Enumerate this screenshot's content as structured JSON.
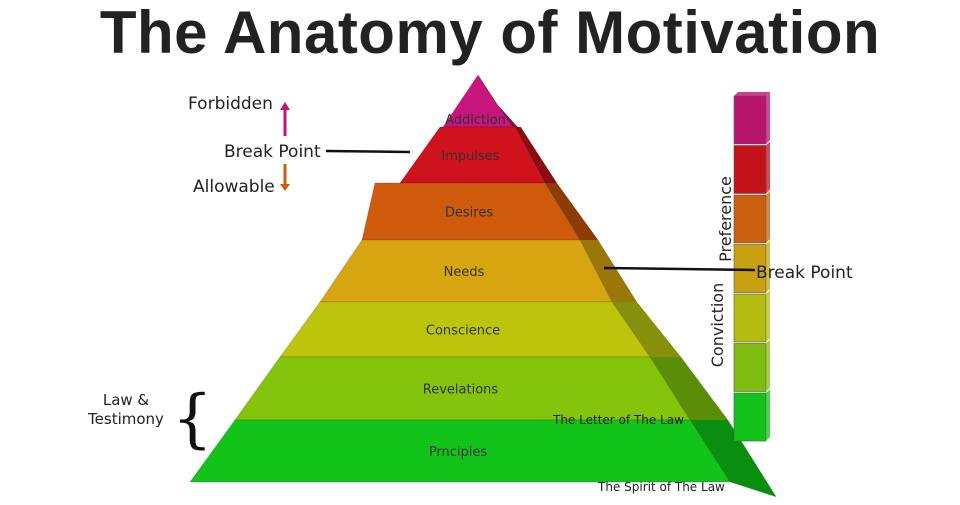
{
  "title": "The Anatomy of Motivation",
  "layers": [
    {
      "label": "Addiction",
      "color": "#c8157e",
      "side": "#8a0a55"
    },
    {
      "label": "Impulses",
      "color": "#d0121c",
      "side": "#8c0a10"
    },
    {
      "label": "Desires",
      "color": "#cf5a0c",
      "side": "#8e3c06"
    },
    {
      "label": "Needs",
      "color": "#d6a510",
      "side": "#9a7708"
    },
    {
      "label": "Conscience",
      "color": "#bcc40c",
      "side": "#86900a"
    },
    {
      "label": "Revelations",
      "color": "#84c40c",
      "side": "#5a8e08"
    },
    {
      "label": "Prnciples",
      "color": "#12c41a",
      "side": "#0a8e10"
    }
  ],
  "annotations": {
    "forbidden": "Forbidden",
    "break_point_left": "Break Point",
    "allowable": "Allowable",
    "law_testimony_line1": "Law &",
    "law_testimony_line2": "Testimony",
    "letter_of_law": "The Letter of The Law",
    "spirit_of_law": "The Spirit of The Law",
    "preference": "Preference",
    "conviction": "Conviction",
    "break_point_right": "Break Point"
  },
  "scale_bar_colors": [
    "#b8156e",
    "#c4121a",
    "#c8600e",
    "#c8a010",
    "#b4bc10",
    "#80bc10",
    "#12c41a"
  ]
}
